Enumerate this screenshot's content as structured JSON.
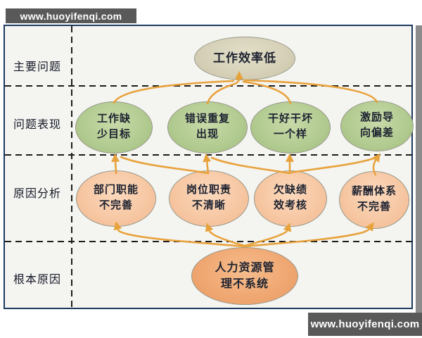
{
  "watermark_top": {
    "text": "www.huoyifenqi.com"
  },
  "watermark_bottom": {
    "text": "www.huoyifenqi.com"
  },
  "diagram": {
    "title_node": {
      "lines": [
        "工作效率低"
      ]
    },
    "row_labels": [
      {
        "label": "主要问题"
      },
      {
        "label": "问题表现"
      },
      {
        "label": "原因分析"
      },
      {
        "label": "根本原因"
      }
    ],
    "symptoms": [
      {
        "line1": "工作缺",
        "line2": "少目标"
      },
      {
        "line1": "错误重复",
        "line2": "出现"
      },
      {
        "line1": "干好干坏",
        "line2": "一个样"
      },
      {
        "line1": "激励导",
        "line2": "向偏差"
      }
    ],
    "causes": [
      {
        "line1": "部门职能",
        "line2": "不完善"
      },
      {
        "line1": "岗位职责",
        "line2": "不清晰"
      },
      {
        "line1": "欠缺绩",
        "line2": "效考核"
      },
      {
        "line1": "薪酬体系",
        "line2": "不完善"
      }
    ],
    "root_node": {
      "line1": "人力资源管",
      "line2": "理不系统"
    },
    "colors": {
      "arrow": "#e8a23b",
      "symptom_fill": "#b3cc92",
      "cause_fill": "#f7c8a4",
      "root_fill": "#f0a873",
      "title_fill": "#d6d1b8",
      "panel_border": "#1b3a5e",
      "panel_fill": "#f4f4f1",
      "watermark_bg": "#595959",
      "dashed_line": "#1c1c1c"
    }
  }
}
